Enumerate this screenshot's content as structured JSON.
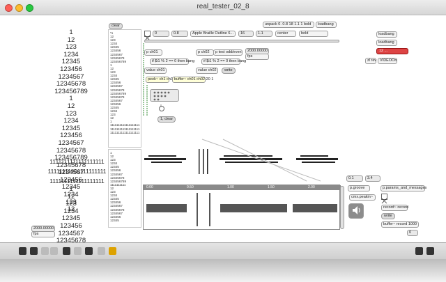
{
  "window": {
    "title": "real_tester_02_8"
  },
  "triangle_top": [
    "1",
    "12",
    "123",
    "1234",
    "12345",
    "123456",
    "1234567",
    "12345678",
    "123456789",
    "1",
    "12",
    "123",
    "1234",
    "12345",
    "123456",
    "1234567",
    "12345678",
    "123456789",
    "12345678",
    "1234567",
    "123456",
    "12345",
    "1234",
    "123",
    "12"
  ],
  "lines_mid": [
    "1111111111111111111",
    "11111111101111111111",
    "1111111111111111111"
  ],
  "triangle_bottom": [
    "1",
    "12",
    "123",
    "1234",
    "12345",
    "123456",
    "1234567",
    "12345678"
  ],
  "bottom_left_number": "2000.00000",
  "bottom_left_label": "fps",
  "clear_button": "clear",
  "list_col_1": [
    "*1",
    "12",
    "123",
    "1234",
    "12345",
    "123456",
    "1234567",
    "12345678",
    "123456789",
    "1",
    "12",
    "123",
    "1234",
    "12345",
    "123456",
    "1234567",
    "12345678",
    "123456789",
    "12345678",
    "1234567",
    "123456",
    "12345",
    "1234",
    "123",
    "12",
    "1",
    "1111111111111111111",
    "",
    "1111111111111111111",
    "",
    "1111111111111111111"
  ],
  "list_col_2": [
    "1",
    "12",
    "123",
    "1234",
    "12345",
    "123456",
    "1234567",
    "12345678",
    "123456789",
    "1111111111",
    "12",
    "123",
    "1234",
    "12345",
    "123456",
    "1234567",
    "12345678",
    "1234567",
    "123456",
    "12345"
  ],
  "toolbar": {
    "v1": "0",
    "v2": "0.8",
    "font": "Apple Braille Outline 6...",
    "size": "16",
    "v3": "1.1",
    "align": "center",
    "weight": "bold"
  },
  "unpack_obj": "unpack 0. 0.8 18 1.1 1 bold",
  "loadbang_obj": "loadbang",
  "p_ch01": "p ch01",
  "p_ch02": "p ch02",
  "p_test": "p test odd/even",
  "fps_number": "2000.00000",
  "fps_label": "fps",
  "if1": "if $i1 % 2 == 0 then bang",
  "if2": "if $i1 % 2 == 0 then bang",
  "value1": "value ch01",
  "value2": "value ch02",
  "write_btn": "write",
  "peek_obj": "peek~ ch1 ch02",
  "buffer_obj1": "buffer~ ch01 ch02 20 1",
  "clear_msg": "1, clear",
  "right_loadbang": "loadbang",
  "right_loadbang2": "loadbang",
  "red_msg": "12 ...",
  "zl_obj": "zl rev",
  "video_msg": "VIDEOOn",
  "ruler_marks": [
    "0.00",
    "0.50",
    "1.00",
    "1.50",
    "2.00"
  ],
  "num_a": "0.1",
  "num_b": "3.4",
  "groove_obj": "p.groove",
  "params_obj": "p.params_and_messages",
  "peak_obj": "cmx.peakin~",
  "record_obj": "record~ record",
  "write_btn2": "write",
  "buffer_obj2": "buffer~ record 1000",
  "zero_num": "0"
}
